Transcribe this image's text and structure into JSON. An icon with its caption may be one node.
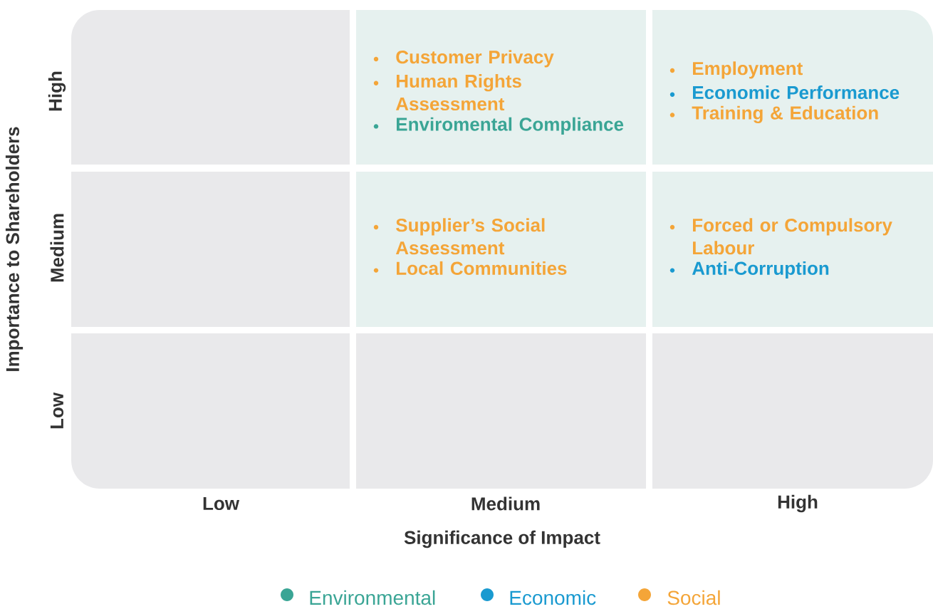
{
  "diagram": {
    "nodes": [
      {
        "text": [],
        "shape": "box"
      },
      {
        "text": [
          "Customer Privacy",
          "Human Rights Assessment",
          "Enviromental Compliance"
        ]
      },
      {
        "text": [
          "Employment",
          "Economic Performance",
          "Training & Education"
        ]
      },
      {
        "text": [],
        "shape": "box"
      },
      {
        "text": [
          "Supplier’s Social Assessment",
          "Local Communities"
        ]
      },
      {
        "text": [
          "Forced or Compulsory Labour",
          "Anti-Corruption"
        ]
      },
      {
        "text": [],
        "shape": "box"
      },
      {
        "text": [],
        "shape": "box"
      },
      {
        "text": [],
        "shape": "box"
      }
    ],
    "labels": [
      "Importance to Shareholders",
      "High",
      "Medium",
      "Low",
      "Low",
      "Medium",
      "High",
      "Significance of Impact"
    ],
    "legend": [
      {
        "text": "Environmental",
        "color": "#3aa595"
      },
      {
        "text": "Economic",
        "color": "#1a9ad0"
      },
      {
        "text": "Social",
        "color": "#f4a538"
      }
    ]
  }
}
